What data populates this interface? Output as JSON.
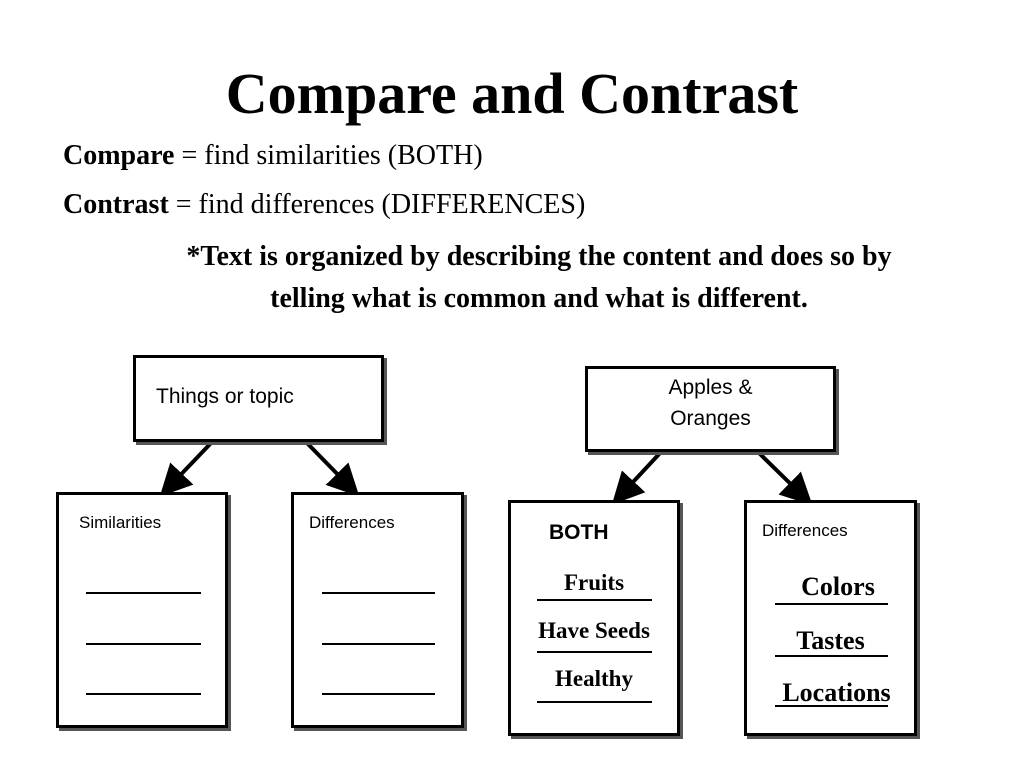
{
  "slide": {
    "title": "Compare and Contrast",
    "definitions": [
      {
        "term": "Compare",
        "meaning": " = find similarities (BOTH)"
      },
      {
        "term": "Contrast",
        "meaning": " = find differences (DIFFERENCES)"
      }
    ],
    "note_lines": [
      "*Text is organized by describing the content and does so by",
      "telling what is common and what is different."
    ]
  },
  "template_diagram": {
    "topic_label": "Things or topic",
    "left_box_label": "Similarities",
    "right_box_label": "Differences"
  },
  "example_diagram": {
    "topic_label_lines": [
      "Apples &",
      "Oranges"
    ],
    "left_box_label": "BOTH",
    "left_items": [
      "Fruits",
      "Have Seeds",
      "Healthy"
    ],
    "right_box_label": "Differences",
    "right_items": [
      "Colors",
      "Tastes",
      "Locations"
    ]
  }
}
